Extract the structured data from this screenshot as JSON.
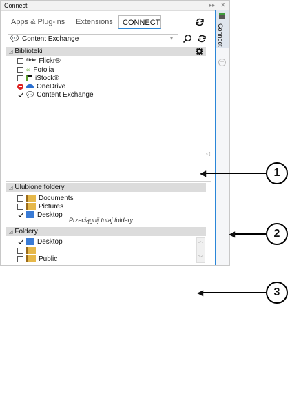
{
  "window": {
    "title": "Connect"
  },
  "tabs": [
    {
      "label": "Apps & Plug-ins"
    },
    {
      "label": "Extensions"
    },
    {
      "label": "CONNECT"
    }
  ],
  "source_select": {
    "value": "Content Exchange"
  },
  "libraries": {
    "title": "Biblioteki",
    "items": [
      {
        "label": "Flickr®",
        "logo": "flickr",
        "checked": false
      },
      {
        "label": "Fotolia",
        "checked": false
      },
      {
        "label": "iStock®",
        "checked": false
      },
      {
        "label": "OneDrive",
        "checked": false
      },
      {
        "label": "Content Exchange",
        "checked": true
      }
    ]
  },
  "favorites": {
    "title": "Ulubione foldery",
    "items": [
      {
        "label": "Documents",
        "checked": false
      },
      {
        "label": "Pictures",
        "checked": false
      },
      {
        "label": "Desktop",
        "checked": true
      }
    ],
    "drop_hint": "Przeciągnij tutaj foldery"
  },
  "folders": {
    "title": "Foldery",
    "items": [
      {
        "label": "Desktop",
        "checked": true
      },
      {
        "label": "",
        "checked": false
      },
      {
        "label": "Public",
        "checked": false
      }
    ]
  },
  "side_tab": {
    "label": "Connect"
  },
  "callouts": [
    "1",
    "2",
    "3"
  ],
  "colors": {
    "accent": "#2a86d8",
    "folder": "#e6b84a",
    "desktop": "#3a7bd5"
  }
}
